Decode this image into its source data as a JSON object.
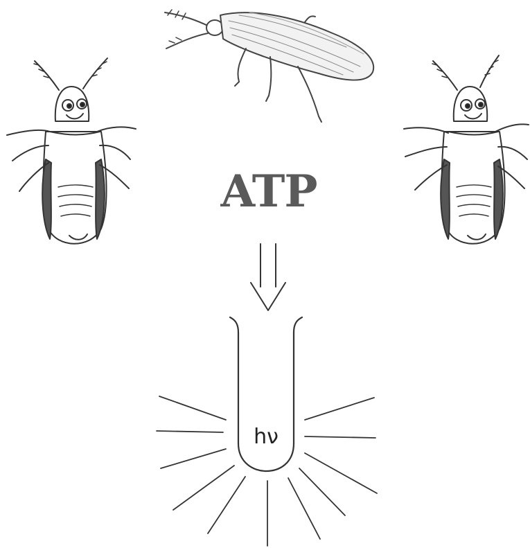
{
  "diagram": {
    "center_label": "ATP",
    "tube_label": "hν",
    "figures": [
      {
        "id": "firefly-top",
        "icon": "firefly-side-view"
      },
      {
        "id": "firefly-left",
        "icon": "cartoon-firefly-smiling"
      },
      {
        "id": "firefly-right",
        "icon": "cartoon-firefly-smiling"
      }
    ],
    "arrow": "double-line-down-arrow",
    "tube": "test-tube-emitting-light",
    "ink_color": "#333333"
  }
}
